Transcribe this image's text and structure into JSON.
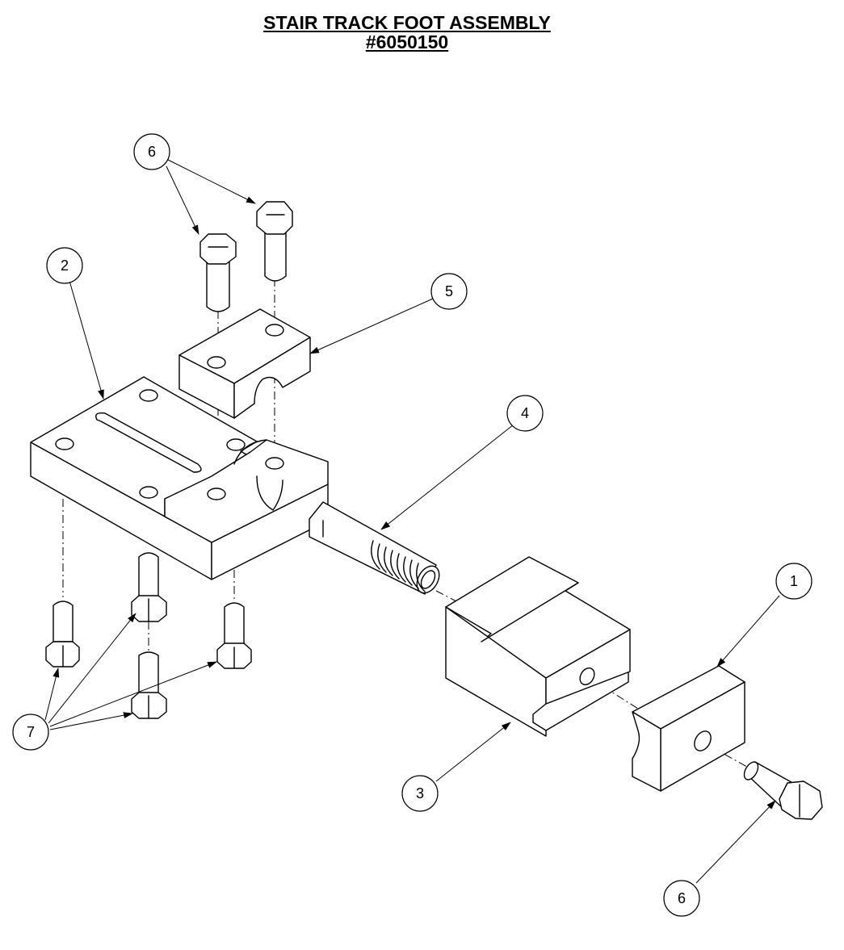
{
  "title": {
    "line1": "STAIR TRACK FOOT ASSEMBLY",
    "line2": "#6050150"
  },
  "callouts": [
    {
      "id": "c1",
      "label": "1"
    },
    {
      "id": "c2",
      "label": "2"
    },
    {
      "id": "c3",
      "label": "3"
    },
    {
      "id": "c4",
      "label": "4"
    },
    {
      "id": "c5",
      "label": "5"
    },
    {
      "id": "c6a",
      "label": "6"
    },
    {
      "id": "c6b",
      "label": "6"
    },
    {
      "id": "c7",
      "label": "7"
    }
  ]
}
